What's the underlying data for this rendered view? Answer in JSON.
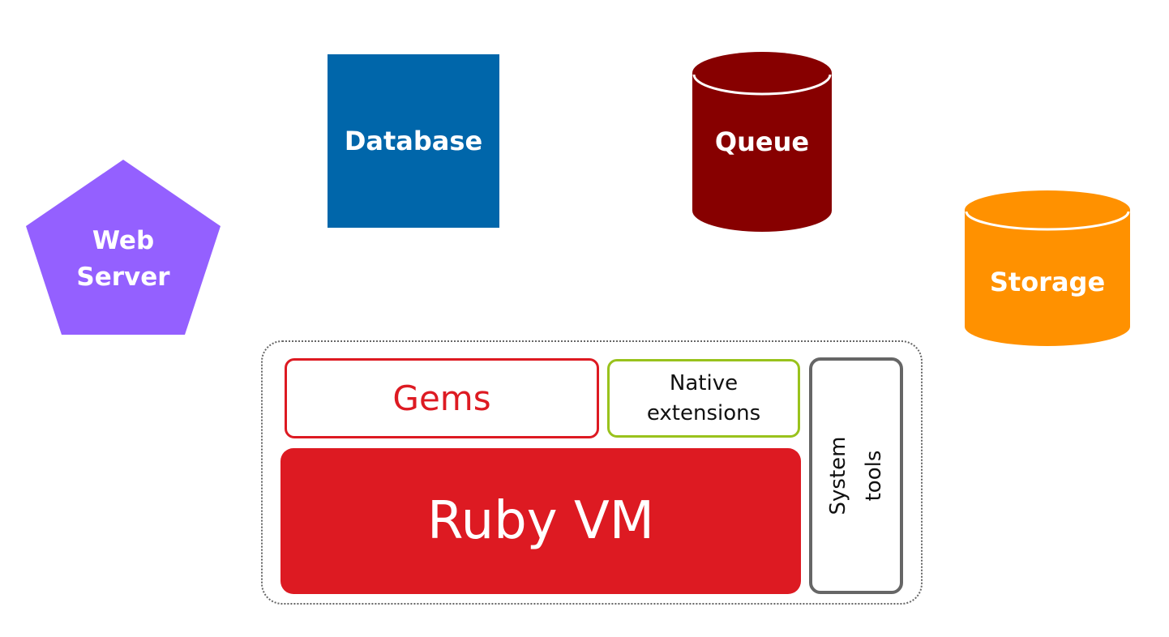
{
  "nodes": {
    "web_server": {
      "label_line1": "Web",
      "label_line2": "Server",
      "shape": "pentagon",
      "color": "#9460ff"
    },
    "database": {
      "label": "Database",
      "shape": "square",
      "color": "#0066aa"
    },
    "queue": {
      "label": "Queue",
      "shape": "cylinder",
      "color": "#870000"
    },
    "storage": {
      "label": "Storage",
      "shape": "cylinder",
      "color": "#ff9100"
    }
  },
  "runtime": {
    "gems": {
      "label": "Gems",
      "color": "#dd1a22"
    },
    "native_extensions": {
      "label_line1": "Native",
      "label_line2": "extensions",
      "color": "#99c21c"
    },
    "ruby_vm": {
      "label": "Ruby VM",
      "color": "#dd1a22"
    },
    "system_tools": {
      "label_line1": "System",
      "label_line2": "tools",
      "color": "#666666"
    }
  }
}
